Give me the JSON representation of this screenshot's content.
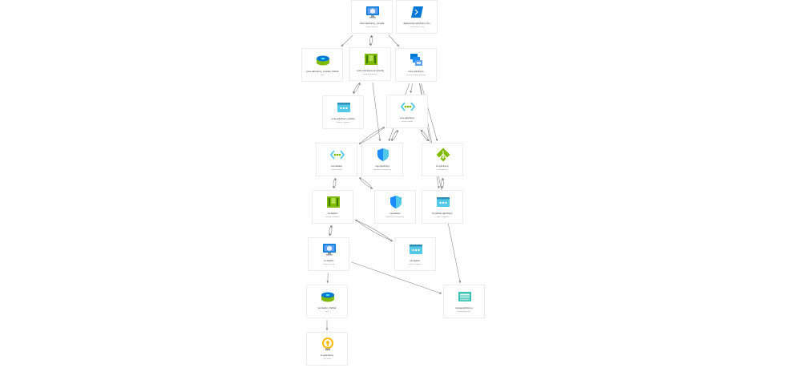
{
  "nodes": [
    {
      "id": "vm_main",
      "name": "vmss-vgbmhpmy_vmscale",
      "type": "Virtual machine",
      "icon": "virtual-machine-icon"
    },
    {
      "id": "deploy_script",
      "name": "deployscript-vgbmhpmy-vms",
      "type": "Deployment Script",
      "icon": "deployment-script-icon"
    },
    {
      "id": "disk_main",
      "name": "vmss-vgbmhpmy_vmscale_OsDisk",
      "type": "Disk",
      "icon": "disk-icon"
    },
    {
      "id": "nic_main",
      "name": "vmss-vgbmhpmy-nic-ipconfig",
      "type": "Network interface",
      "icon": "network-interface-icon"
    },
    {
      "id": "vmss",
      "name": "vmss-vgbmhpmy",
      "type": "Virtual machine scale set",
      "icon": "vm-scale-set-icon"
    },
    {
      "id": "pip_main",
      "name": "vmss-vgbmhpmy-publicip",
      "type": "Public IP address",
      "icon": "public-ip-icon"
    },
    {
      "id": "vnet_main",
      "name": "vnet-vgbmhpmy",
      "type": "Virtual network",
      "icon": "virtual-network-icon"
    },
    {
      "id": "vnet_2",
      "name": "vnet-bastion",
      "type": "Virtual network",
      "icon": "virtual-network-icon"
    },
    {
      "id": "nsg_main",
      "name": "nsg-vgbmhpmy",
      "type": "Network security group",
      "icon": "network-security-group-icon"
    },
    {
      "id": "lb",
      "name": "lb-vgbmhpmy",
      "type": "Load balancer",
      "icon": "load-balancer-icon"
    },
    {
      "id": "nic_2",
      "name": "nic-bastion",
      "type": "Network interface",
      "icon": "network-interface-icon"
    },
    {
      "id": "nsg_2",
      "name": "nsg-bastion",
      "type": "Network security group",
      "icon": "network-security-group-icon"
    },
    {
      "id": "pip_lb",
      "name": "lb-publicip-vgbmhpmy",
      "type": "Public IP address",
      "icon": "public-ip-icon"
    },
    {
      "id": "vm_2",
      "name": "vm-bastion",
      "type": "Virtual machine",
      "icon": "virtual-machine-icon"
    },
    {
      "id": "pip_2",
      "name": "pip-bastion",
      "type": "Public IP address",
      "icon": "public-ip-icon"
    },
    {
      "id": "disk_2",
      "name": "vm-bastion_OsDisk",
      "type": "Disk",
      "icon": "disk-icon"
    },
    {
      "id": "storage",
      "name": "storagevgbmhpmy",
      "type": "Storage account",
      "icon": "storage-account-icon"
    },
    {
      "id": "keyvault",
      "name": "kv-vgbmhpmy",
      "type": "Key vault",
      "icon": "key-vault-icon"
    }
  ],
  "edges": [
    [
      "vm_main",
      "disk_main"
    ],
    [
      "vm_main",
      "nic_main"
    ],
    [
      "nic_main",
      "vm_main"
    ],
    [
      "vm_main",
      "vmss"
    ],
    [
      "nic_main",
      "pip_main"
    ],
    [
      "pip_main",
      "nic_main"
    ],
    [
      "nic_main",
      "nsg_main"
    ],
    [
      "vmss",
      "vnet_main"
    ],
    [
      "vmss",
      "nsg_main"
    ],
    [
      "vmss",
      "lb"
    ],
    [
      "vmss",
      "pip_lb"
    ],
    [
      "vmss",
      "storage"
    ],
    [
      "vnet_main",
      "vnet_2"
    ],
    [
      "vnet_2",
      "vnet_main"
    ],
    [
      "vnet_main",
      "nsg_main"
    ],
    [
      "nsg_main",
      "vnet_main"
    ],
    [
      "vnet_main",
      "lb"
    ],
    [
      "lb",
      "vnet_main"
    ],
    [
      "lb",
      "pip_lb"
    ],
    [
      "pip_lb",
      "lb"
    ],
    [
      "vnet_2",
      "nic_2"
    ],
    [
      "nic_2",
      "vnet_2"
    ],
    [
      "vnet_2",
      "nsg_2"
    ],
    [
      "nsg_2",
      "vnet_2"
    ],
    [
      "nic_2",
      "vm_2"
    ],
    [
      "vm_2",
      "nic_2"
    ],
    [
      "nic_2",
      "pip_2"
    ],
    [
      "pip_2",
      "nic_2"
    ],
    [
      "vm_2",
      "disk_2"
    ],
    [
      "vm_2",
      "storage"
    ],
    [
      "disk_2",
      "keyvault"
    ]
  ],
  "colors": {
    "edge": "#8a8a8a",
    "node_border": "#ececec",
    "azure_blue": "#0078d4",
    "azure_light": "#50e6ff",
    "green": "#5ea0ef",
    "vnet_green": "#7fba00",
    "keyvault_yellow": "#ffb900"
  }
}
